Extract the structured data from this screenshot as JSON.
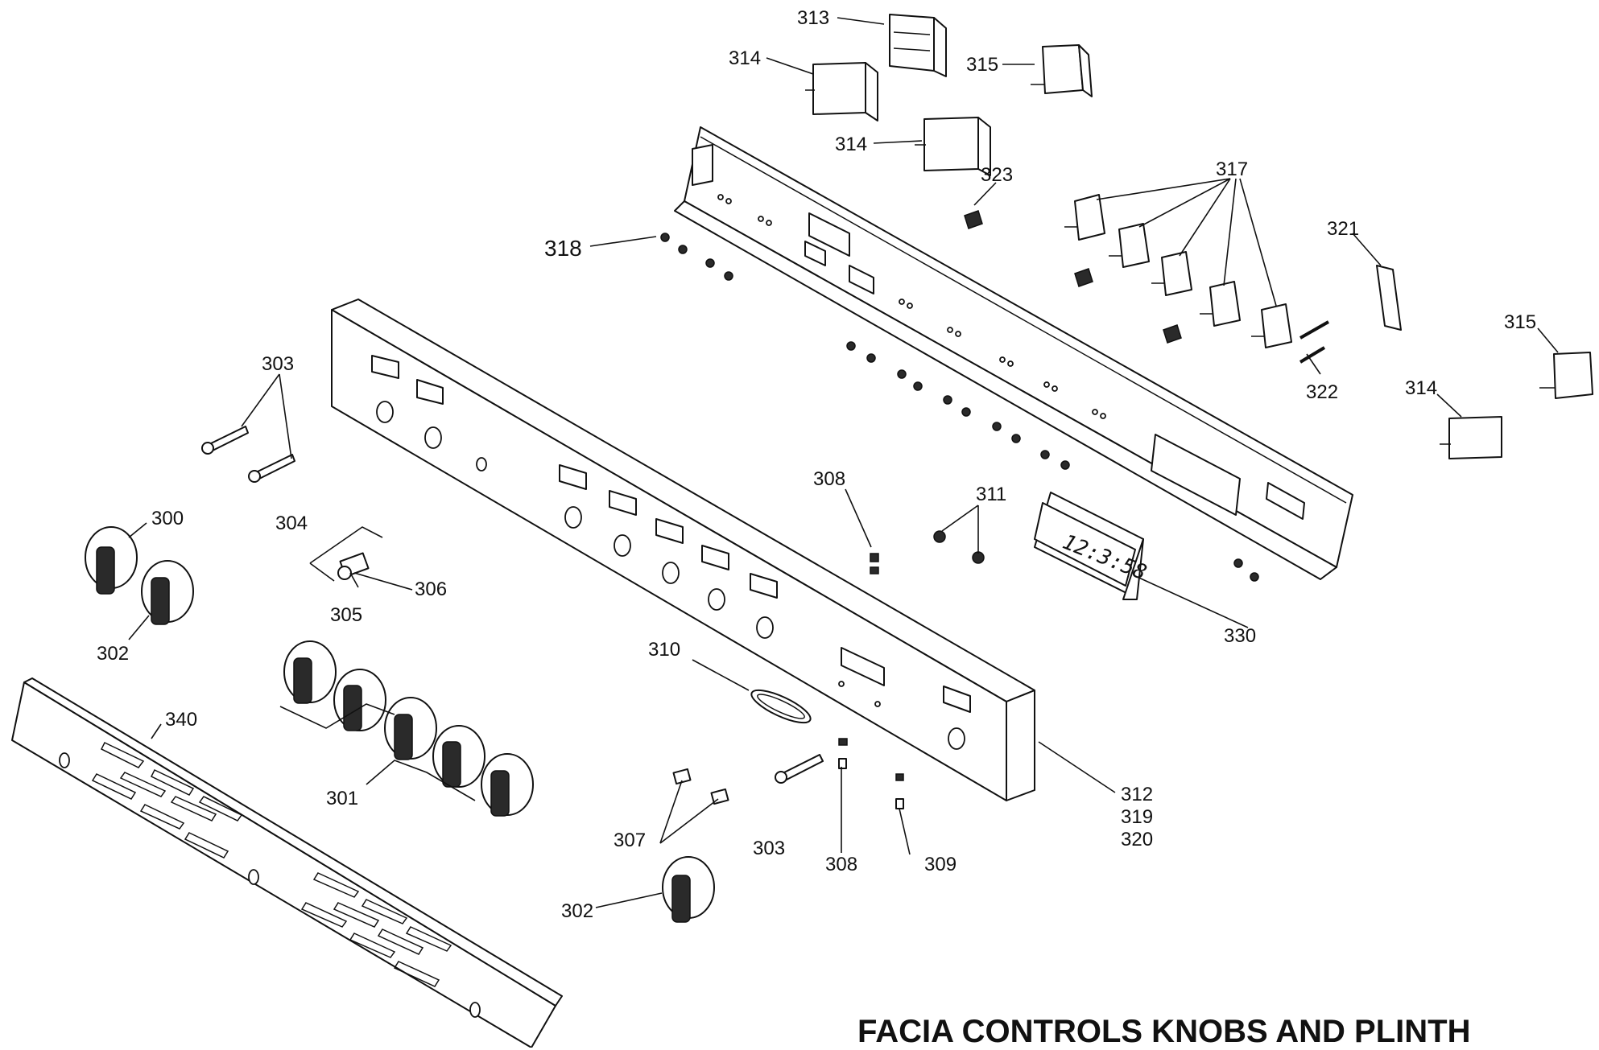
{
  "title": "FACIA CONTROLS KNOBS AND PLINTH",
  "display_readout": "12:3:58",
  "callouts": {
    "c300": "300",
    "c301": "301",
    "c302a": "302",
    "c302b": "302",
    "c303a": "303",
    "c303b": "303",
    "c304": "304",
    "c305": "305",
    "c306": "306",
    "c307": "307",
    "c308a": "308",
    "c308b": "308",
    "c309": "309",
    "c310": "310",
    "c311": "311",
    "c312": "312",
    "c319": "319",
    "c320": "320",
    "c313": "313",
    "c314a": "314",
    "c314b": "314",
    "c314c": "314",
    "c315a": "315",
    "c315b": "315",
    "c317": "317",
    "c318": "318",
    "c321": "321",
    "c322": "322",
    "c323": "323",
    "c330": "330",
    "c340": "340"
  }
}
